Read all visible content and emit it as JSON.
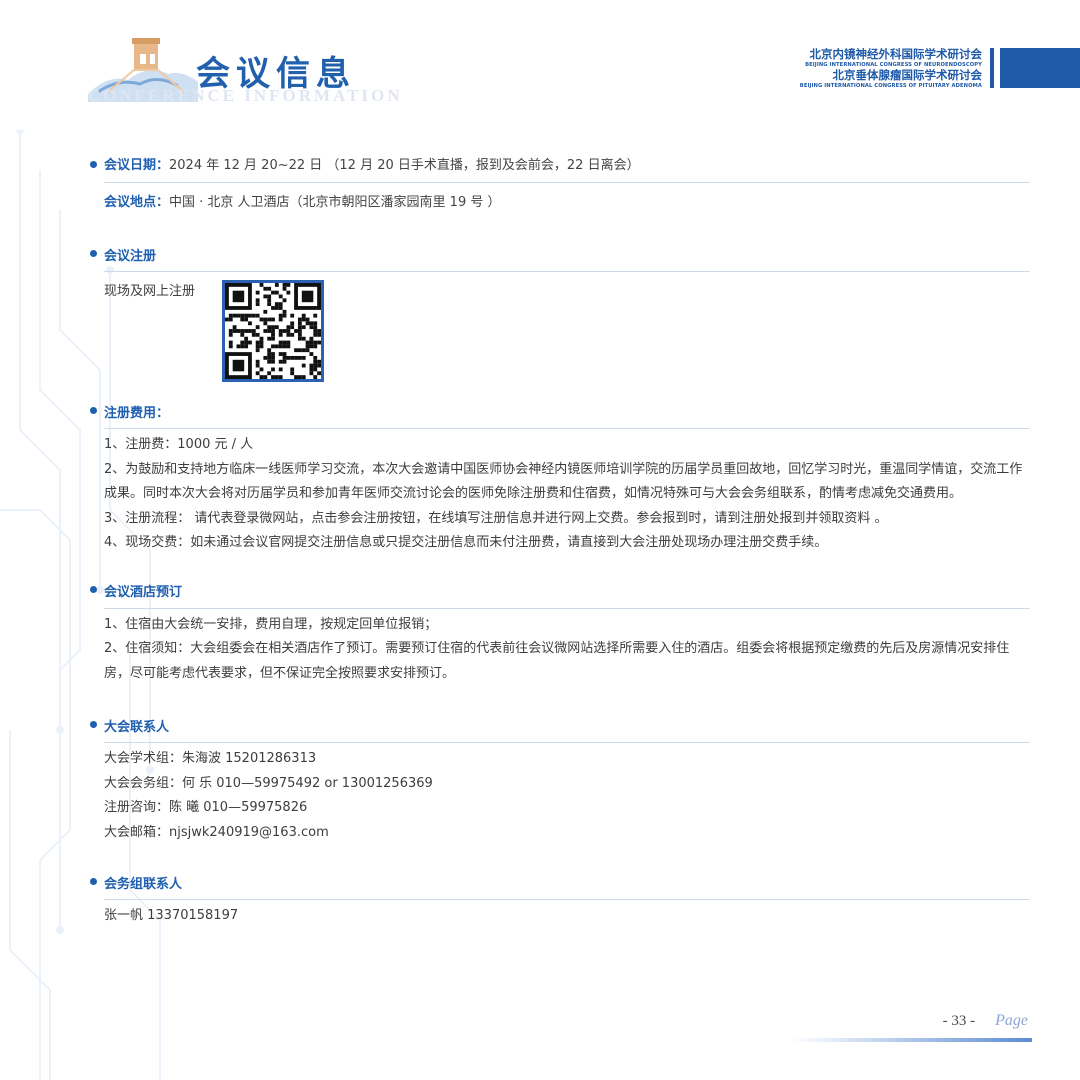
{
  "header": {
    "title": "会议信息",
    "subtitle": "CONFERENCE INFORMATION",
    "org": {
      "line1_cn": "北京内镜神经外科国际学术研讨会",
      "line1_en": "BEIJING INTERNATIONAL CONGRESS OF NEUROENDOSCOPY",
      "line2_cn": "北京垂体腺瘤国际学术研讨会",
      "line2_en": "BEIJING INTERNATIONAL CONGRESS OF PITUITARY ADENOMA"
    }
  },
  "meeting": {
    "date_label": "会议日期：",
    "date_value": "2024 年 12 月 20~22 日 （12 月 20 日手术直播，报到及会前会，22 日离会）",
    "venue_label": "会议地点：",
    "venue_value": "中国 · 北京  人卫酒店（北京市朝阳区潘家园南里 19 号 ）"
  },
  "registration": {
    "heading": "会议注册",
    "method": "现场及网上注册",
    "qr_icon": "qr-code-icon"
  },
  "fees": {
    "heading": "注册费用：",
    "items": [
      "1、注册费：1000 元 / 人",
      "2、为鼓励和支持地方临床一线医师学习交流，本次大会邀请中国医师协会神经内镜医师培训学院的历届学员重回故地，回忆学习时光，重温同学情谊，交流工作成果。同时本次大会将对历届学员和参加青年医师交流讨论会的医师免除注册费和住宿费，如情况特殊可与大会会务组联系，酌情考虑减免交通费用。",
      "3、注册流程： 请代表登录微网站，点击参会注册按钮，在线填写注册信息并进行网上交费。参会报到时，请到注册处报到并领取资料 。",
      "4、现场交费：如未通过会议官网提交注册信息或只提交注册信息而未付注册费，请直接到大会注册处现场办理注册交费手续。"
    ]
  },
  "hotel": {
    "heading": "会议酒店预订",
    "items": [
      "1、住宿由大会统一安排，费用自理，按规定回单位报销；",
      "2、住宿须知：大会组委会在相关酒店作了预订。需要预订住宿的代表前往会议微网站选择所需要入住的酒店。组委会将根据预定缴费的先后及房源情况安排住房，尽可能考虑代表要求，但不保证完全按照要求安排预订。"
    ]
  },
  "contacts": {
    "heading": "大会联系人",
    "items": [
      "大会学术组：朱海波  15201286313",
      "大会会务组：何    乐 010—59975492 or  13001256369",
      "注册咨询：陈    曦  010—59975826",
      "大会邮箱：njsjwk240919@163.com"
    ]
  },
  "staff": {
    "heading": "会务组联系人",
    "items": [
      "张一帆 13370158197"
    ]
  },
  "footer": {
    "page_number": "- 33 -",
    "page_word": "Page"
  },
  "colors": {
    "accent": "#1f5fb0",
    "rule": "#cfdbeb",
    "text": "#3d3d3d"
  }
}
